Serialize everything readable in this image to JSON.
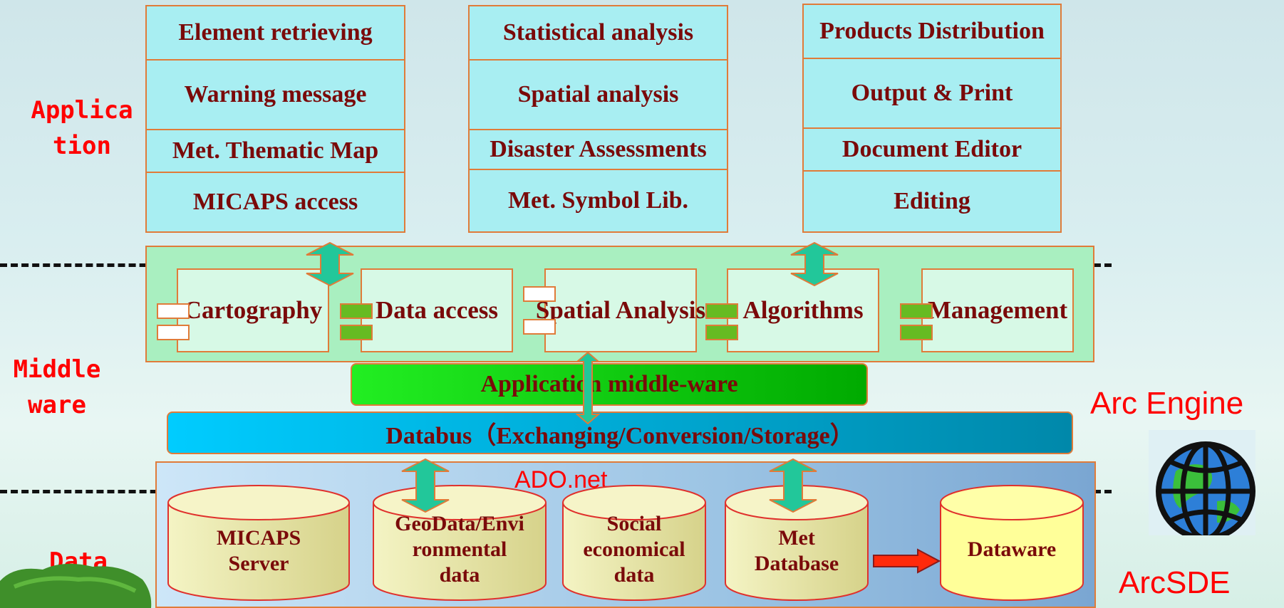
{
  "layers": {
    "application": "Applica\ntion",
    "middleware": "Middle\nware",
    "data": "Data"
  },
  "application_columns": [
    [
      "Element retrieving",
      "Warning message",
      "Met. Thematic Map",
      "MICAPS access"
    ],
    [
      "Statistical analysis",
      "Spatial analysis",
      "Disaster Assessments",
      "Met. Symbol Lib."
    ],
    [
      "Products Distribution",
      "Output & Print",
      "Document Editor",
      "Editing"
    ]
  ],
  "middleware_items": [
    "Cartography",
    "Data access",
    "Spatial Analysis",
    "Algorithms",
    "Management"
  ],
  "app_middleware_bar": "Application middle-ware",
  "databus_bar": "Databus（Exchanging/Conversion/Storage）",
  "ado_label": "ADO.net",
  "data_stores": [
    "MICAPS\nServer",
    "GeoData/Envi\nronmental\ndata",
    "Social\neconomical\ndata",
    "Met\nDatabase",
    "Dataware"
  ],
  "right_labels": {
    "engine": "Arc Engine",
    "sde": "ArcSDE"
  },
  "colors": {
    "label_red": "#ff0000",
    "text_dark_red": "#7a0a0a",
    "border_orange": "#e07b39",
    "app_cell": "#a8eef2",
    "middleware_bg": "#a9efc0",
    "app_mw_green": "#22cc00",
    "databus_blue": "#00aadd",
    "arrow_teal": "#22c79a"
  },
  "icons": [
    "arc-engine-globe-icon",
    "double-arrow-icon",
    "right-arrow-icon",
    "component-icon"
  ]
}
